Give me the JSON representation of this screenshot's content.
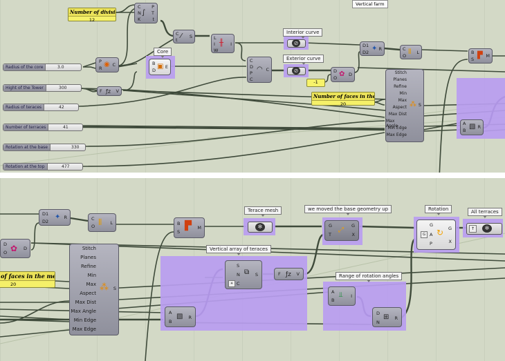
{
  "top_panel": {
    "note_vertical_farm": "Vertical farm",
    "panel_number_of_division": {
      "title": "Number of division",
      "value": "12"
    },
    "panel_number_of_faces": {
      "title": "Number of faces in the mesh",
      "value": "20"
    },
    "value_minus_one": "-1",
    "sliders": [
      {
        "label": "Radius of the core",
        "value": "3.0"
      },
      {
        "label": "Hight of the Tower",
        "value": "300"
      },
      {
        "label": "Radius of teraces",
        "value": "42"
      },
      {
        "label": "Number of terraces",
        "value": "41"
      },
      {
        "label": "Rotation at the base",
        "value": "330"
      },
      {
        "label": "Rotation at the top",
        "value": "477"
      }
    ],
    "groups": {
      "core": "Core",
      "interior_curve": "Interior curve",
      "exterior_curve": "Exterior curve"
    },
    "components": {
      "divide": {
        "inputs": [
          "C",
          "N",
          "K"
        ],
        "outputs": [
          "P",
          "T",
          "t"
        ]
      },
      "circle": {
        "inputs": [
          "P",
          "R"
        ],
        "outputs": [
          "C"
        ]
      },
      "core_extrude": {
        "inputs": [
          "B",
          "D"
        ],
        "outputs": [
          "E"
        ]
      },
      "expression": {
        "inputs": [
          "F"
        ],
        "outputs": [
          "V"
        ]
      },
      "sub_curve": {
        "inputs": [
          "C",
          "t"
        ],
        "outputs": [
          "S"
        ]
      },
      "line_sdl": {
        "inputs": [
          "L",
          "I",
          "W"
        ],
        "outputs": [
          "I"
        ]
      },
      "offset": {
        "inputs": [
          "C",
          "D",
          "P",
          "C"
        ],
        "outputs": [
          "C"
        ]
      },
      "flip": {
        "inputs": [
          "D",
          "O"
        ],
        "outputs": [
          "D"
        ]
      },
      "merge": {
        "inputs": [
          "D1",
          "D2"
        ],
        "outputs": [
          "R"
        ]
      },
      "loft": {
        "inputs": [
          "C",
          "O"
        ],
        "outputs": [
          "L"
        ]
      },
      "brep_mesh": {
        "inputs": [
          "B",
          "S"
        ],
        "outputs": [
          "M"
        ]
      },
      "mesh_settings": {
        "inputs": [
          "Stitch",
          "Planes",
          "Refine",
          "Min",
          "Max",
          "Aspect",
          "Max Dist",
          "Max Angle",
          "Min Edge",
          "Max Edge"
        ],
        "outputs": [
          "S"
        ]
      },
      "division": {
        "inputs": [
          "A",
          "B"
        ],
        "outputs": [
          "R"
        ]
      }
    }
  },
  "bottom_panel": {
    "panel_number_of_faces": {
      "title": "of faces in the mesh",
      "value": "20"
    },
    "groups": {
      "terrace_mesh": "Terace mesh",
      "move_up": "we moved the base geometry up",
      "rotation": "Rotation",
      "all_terraces": "All terraces",
      "vertical_array": "Vertical array of teraces",
      "range_rotation": "Range of rotation angles"
    },
    "components": {
      "merge": {
        "inputs": [
          "D1",
          "D2"
        ],
        "outputs": [
          "R"
        ]
      },
      "loft": {
        "inputs": [
          "C",
          "O"
        ],
        "outputs": [
          "L"
        ]
      },
      "flip": {
        "inputs": [
          "D",
          "O"
        ],
        "outputs": [
          "D"
        ]
      },
      "brep_mesh": {
        "inputs": [
          "B",
          "S"
        ],
        "outputs": [
          "M"
        ]
      },
      "move": {
        "inputs": [
          "G",
          "T"
        ],
        "outputs": [
          "G",
          "X"
        ]
      },
      "rotate": {
        "inputs": [
          "G",
          "A",
          "P"
        ],
        "outputs": [
          "G",
          "X"
        ]
      },
      "series": {
        "inputs": [
          "S",
          "N",
          "C"
        ],
        "outputs": [
          "S"
        ]
      },
      "expression": {
        "inputs": [
          "F"
        ],
        "outputs": [
          "V"
        ]
      },
      "division": {
        "inputs": [
          "A",
          "B"
        ],
        "outputs": [
          "R"
        ]
      },
      "construct_domain": {
        "inputs": [
          "A",
          "B"
        ],
        "outputs": [
          "I"
        ]
      },
      "range": {
        "inputs": [
          "D",
          "N"
        ],
        "outputs": [
          "R"
        ]
      },
      "mesh_settings": {
        "inputs": [
          "Stitch",
          "Planes",
          "Refine",
          "Min",
          "Max",
          "Aspect",
          "Max Dist",
          "Max Angle",
          "Min Edge",
          "Max Edge"
        ],
        "outputs": [
          "S"
        ]
      }
    }
  }
}
